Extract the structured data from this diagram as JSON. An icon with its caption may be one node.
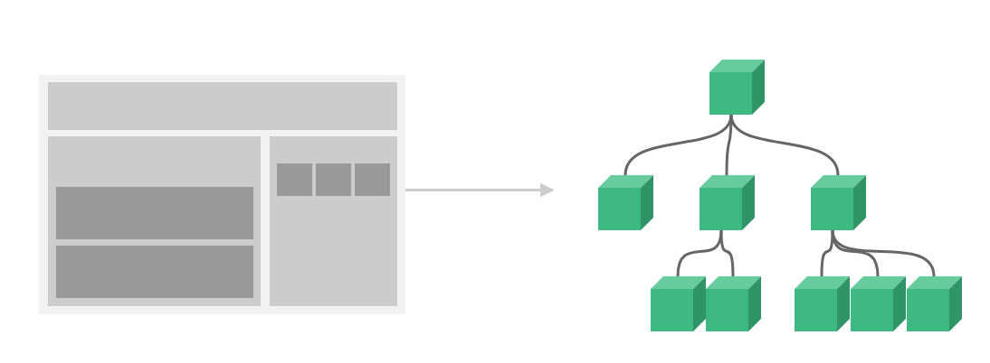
{
  "diagram": {
    "nodes": [
      {
        "text": [],
        "shape": "box"
      },
      {
        "text": [],
        "shape": "box",
        "in": 0
      },
      {
        "text": [],
        "shape": "box",
        "in": 0
      },
      {
        "text": [],
        "shape": "box",
        "in": 2
      },
      {
        "text": [],
        "shape": "box",
        "in": 2
      },
      {
        "text": [],
        "shape": "box",
        "in": 0
      },
      {
        "text": [],
        "shape": "box",
        "in": 5
      },
      {
        "text": [],
        "shape": "box",
        "in": 5
      },
      {
        "text": [],
        "shape": "box",
        "in": 5
      },
      {
        "text": [],
        "shape": "box"
      },
      {
        "text": [],
        "shape": "box"
      },
      {
        "text": [],
        "shape": "box"
      },
      {
        "text": [],
        "shape": "box"
      },
      {
        "text": [],
        "shape": "box"
      },
      {
        "text": [],
        "shape": "box"
      },
      {
        "text": [],
        "shape": "box"
      },
      {
        "text": [],
        "shape": "box"
      },
      {
        "text": [],
        "shape": "box"
      }
    ],
    "edges": [
      {
        "from": 0,
        "to": null,
        "arrow": "to",
        "color": "#cccccc"
      },
      {
        "from": 9,
        "to": 10,
        "arrow": "none"
      },
      {
        "from": 9,
        "to": 11,
        "arrow": "none"
      },
      {
        "from": 9,
        "to": 12,
        "arrow": "none"
      },
      {
        "from": 11,
        "to": 13,
        "arrow": "none"
      },
      {
        "from": 11,
        "to": 14,
        "arrow": "none"
      },
      {
        "from": 12,
        "to": 15,
        "arrow": "none"
      },
      {
        "from": 12,
        "to": 16,
        "arrow": "none"
      },
      {
        "from": 12,
        "to": 17,
        "arrow": "none"
      }
    ]
  }
}
